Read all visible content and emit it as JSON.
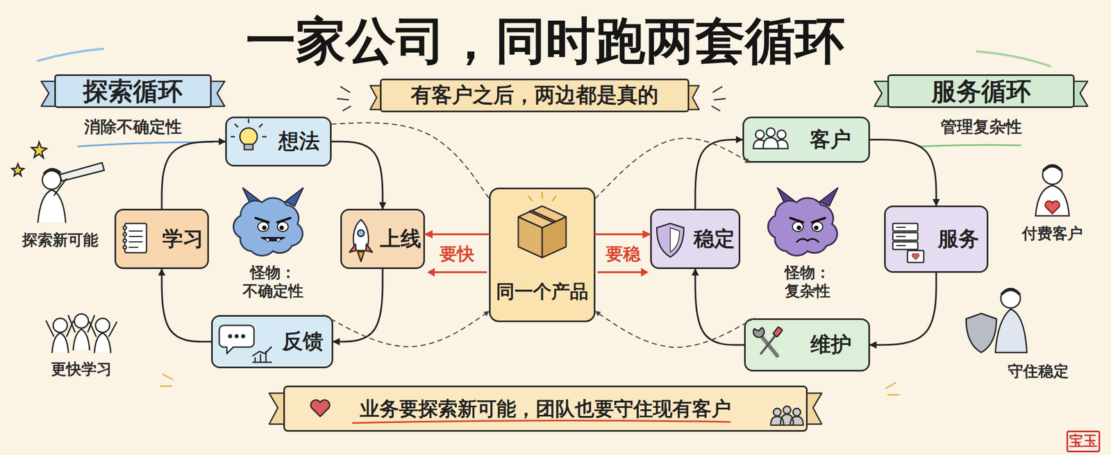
{
  "diagram": {
    "title": "一家公司，同时跑两套循环",
    "nodes": [
      {
        "text": [
          "探索循环",
          "消除不确定性"
        ]
      },
      {
        "text": [
          "有客户之后，两边都是真的"
        ]
      },
      {
        "text": [
          "服务循环",
          "管理复杂性"
        ]
      },
      {
        "text": [
          "想法"
        ]
      },
      {
        "text": [
          "学习"
        ]
      },
      {
        "text": [
          "上线"
        ]
      },
      {
        "text": [
          "同一个产品"
        ]
      },
      {
        "text": [
          "稳定"
        ]
      },
      {
        "text": [
          "客户"
        ]
      },
      {
        "text": [
          "服务"
        ]
      },
      {
        "text": [
          "反馈"
        ]
      },
      {
        "text": [
          "维护"
        ]
      },
      {
        "text": [
          "业务要探索新可能，团队也要守住现有客户"
        ]
      },
      {
        "text": [
          "宝玉"
        ]
      }
    ],
    "edges": [
      {
        "from": 3,
        "to": 5,
        "arrow": "to"
      },
      {
        "from": 5,
        "to": 10,
        "arrow": "to"
      },
      {
        "from": 10,
        "to": 4,
        "arrow": "to"
      },
      {
        "from": 4,
        "to": 3,
        "arrow": "to"
      },
      {
        "from": 8,
        "to": 9,
        "arrow": "to"
      },
      {
        "from": 9,
        "to": 11,
        "arrow": "to"
      },
      {
        "from": 11,
        "to": 7,
        "arrow": "to"
      },
      {
        "from": 7,
        "to": 8,
        "arrow": "to"
      },
      {
        "from": 6,
        "to": 5,
        "label": "要快",
        "arrow": "to"
      },
      {
        "from": 6,
        "to": 7,
        "label": "要稳",
        "arrow": "to"
      },
      {
        "from": 3,
        "to": 6,
        "arrow": "none"
      },
      {
        "from": 10,
        "to": 6,
        "arrow": "to"
      },
      {
        "from": 6,
        "to": 8,
        "arrow": "to"
      },
      {
        "from": 11,
        "to": 6,
        "arrow": "to"
      }
    ],
    "labels": [
      "怪物： 不确定性",
      "怪物： 复杂性",
      "探索新可能",
      "更快学习",
      "付费客户",
      "守住稳定"
    ]
  }
}
